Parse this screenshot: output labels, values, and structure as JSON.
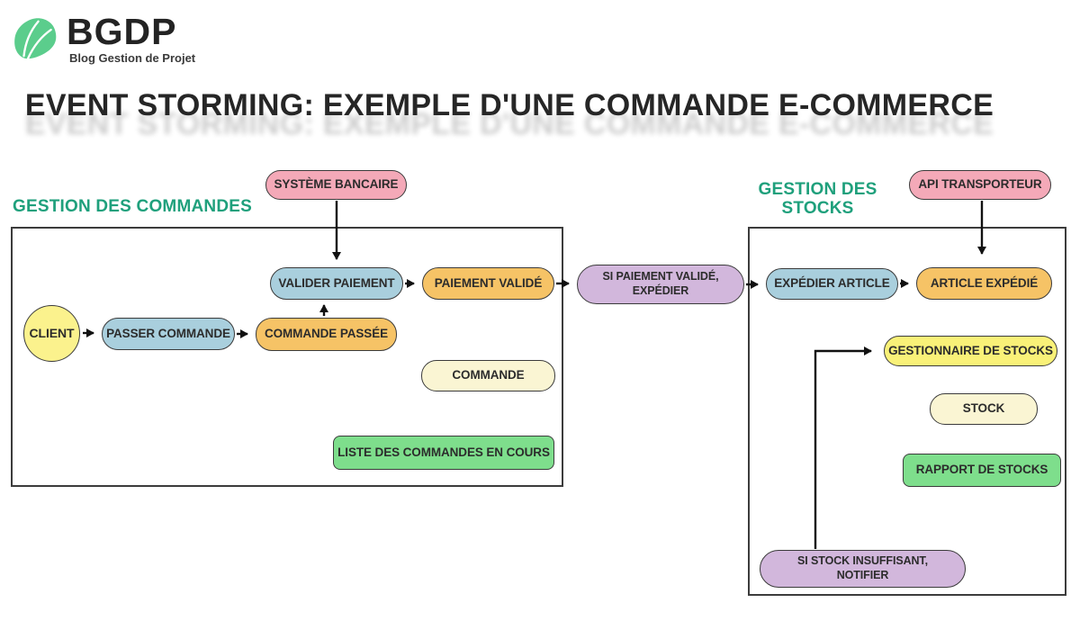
{
  "logo": {
    "brand": "BGDP",
    "tagline": "Blog Gestion de Projet",
    "leaf_color": "#5BCD8C"
  },
  "title": "EVENT STORMING: EXEMPLE D'UNE COMMANDE E-COMMERCE",
  "regions": {
    "commandes": {
      "label": "GESTION DES COMMANDES"
    },
    "stocks": {
      "label": "GESTION DES\nSTOCKS"
    }
  },
  "palette": {
    "heading_green": "#1FA07C",
    "external_system_pink": "#F4A9B8",
    "command_blue": "#A9CFDD",
    "event_orange": "#F6C366",
    "policy_purple": "#D2B7DC",
    "actor_yellow": "#FBF28D",
    "aggregate_cream": "#FAF5D3",
    "read_model_green": "#7EDE8C",
    "role_yellow": "#F9F178",
    "arrow_black": "#111111"
  },
  "nodes": {
    "systeme_bancaire": {
      "label": "SYSTÈME BANCAIRE",
      "type": "external-system"
    },
    "api_transporteur": {
      "label": "API TRANSPORTEUR",
      "type": "external-system"
    },
    "valider_paiement": {
      "label": "VALIDER PAIEMENT",
      "type": "command"
    },
    "paiement_valide": {
      "label": "PAIEMENT VALIDÉ",
      "type": "event"
    },
    "si_paiement_valide_expedier": {
      "label": "SI PAIEMENT VALIDÉ,\nEXPÉDIER",
      "type": "policy"
    },
    "expedier_article": {
      "label": "EXPÉDIER ARTICLE",
      "type": "command"
    },
    "article_expedie": {
      "label": "ARTICLE EXPÉDIÉ",
      "type": "event"
    },
    "client": {
      "label": "CLIENT",
      "type": "actor"
    },
    "passer_commande": {
      "label": "PASSER COMMANDE",
      "type": "command"
    },
    "commande_passee": {
      "label": "COMMANDE PASSÉE",
      "type": "event"
    },
    "commande": {
      "label": "COMMANDE",
      "type": "aggregate"
    },
    "liste_des_commandes_en_cours": {
      "label": "LISTE DES COMMANDES EN COURS",
      "type": "read-model"
    },
    "gestionnaire_de_stocks": {
      "label": "GESTIONNAIRE DE STOCKS",
      "type": "role"
    },
    "stock": {
      "label": "STOCK",
      "type": "aggregate"
    },
    "rapport_de_stocks": {
      "label": "RAPPORT DE STOCKS",
      "type": "read-model"
    },
    "si_stock_insuffisant_notifier": {
      "label": "SI STOCK INSUFFISANT,\nNOTIFIER",
      "type": "policy"
    }
  },
  "edges": [
    {
      "from": "systeme_bancaire",
      "to": "valider_paiement"
    },
    {
      "from": "client",
      "to": "passer_commande"
    },
    {
      "from": "passer_commande",
      "to": "commande_passee"
    },
    {
      "from": "commande_passee",
      "to": "valider_paiement"
    },
    {
      "from": "valider_paiement",
      "to": "paiement_valide"
    },
    {
      "from": "paiement_valide",
      "to": "si_paiement_valide_expedier"
    },
    {
      "from": "si_paiement_valide_expedier",
      "to": "expedier_article"
    },
    {
      "from": "expedier_article",
      "to": "article_expedie"
    },
    {
      "from": "api_transporteur",
      "to": "article_expedie"
    },
    {
      "from": "si_stock_insuffisant_notifier",
      "to": "gestionnaire_de_stocks"
    }
  ]
}
